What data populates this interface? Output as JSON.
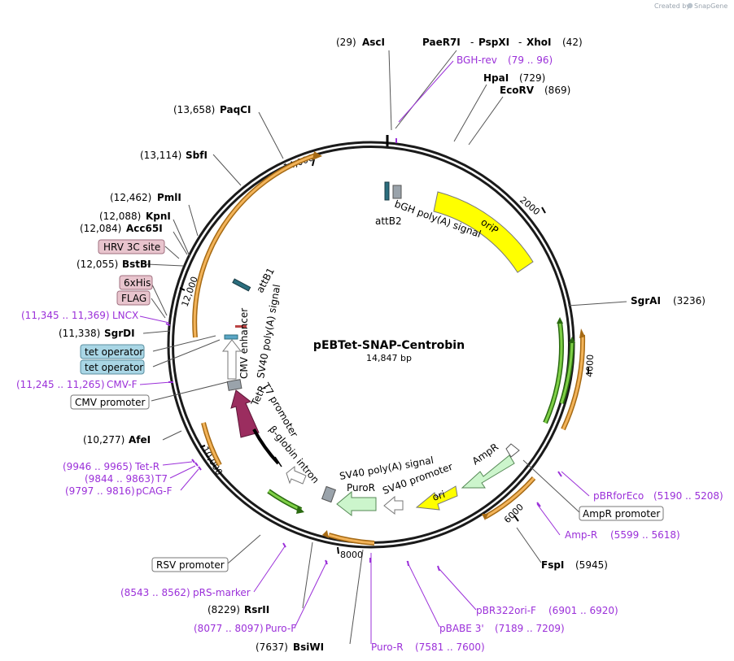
{
  "brand": {
    "created_by": "Created by",
    "app": "SnapGene"
  },
  "plasmid": {
    "name": "pEBTet-SNAP-Centrobin",
    "size": "14,847 bp"
  },
  "enzymes": [
    {
      "name": "AscI",
      "pos": "(29)"
    },
    {
      "name": "PaeR7I",
      "pos": ""
    },
    {
      "name": "PspXI",
      "pos": ""
    },
    {
      "name": "XhoI",
      "pos": "(42)"
    },
    {
      "name": "HpaI",
      "pos": "(729)"
    },
    {
      "name": "EcoRV",
      "pos": "(869)"
    },
    {
      "name": "SgrAI",
      "pos": "(3236)"
    },
    {
      "name": "FspI",
      "pos": "(5945)"
    },
    {
      "name": "BsiWI",
      "pos": "(7637)"
    },
    {
      "name": "RsrII",
      "pos": "(8229)"
    },
    {
      "name": "AfeI",
      "pos": "(10,277)"
    },
    {
      "name": "SgrDI",
      "pos": "(11,338)"
    },
    {
      "name": "BstBI",
      "pos": "(12,055)"
    },
    {
      "name": "Acc65I",
      "pos": "(12,084)"
    },
    {
      "name": "KpnI",
      "pos": "(12,088)"
    },
    {
      "name": "PmlI",
      "pos": "(12,462)"
    },
    {
      "name": "SbfI",
      "pos": "(13,114)"
    },
    {
      "name": "PaqCI",
      "pos": "(13,658)"
    }
  ],
  "primers": [
    {
      "name": "BGH-rev",
      "range": "(79 .. 96)"
    },
    {
      "name": "pBRforEco",
      "range": "(5190 .. 5208)"
    },
    {
      "name": "Amp-R",
      "range": "(5599 .. 5618)"
    },
    {
      "name": "pBR322ori-F",
      "range": "(6901 .. 6920)"
    },
    {
      "name": "pBABE 3'",
      "range": "(7189 .. 7209)"
    },
    {
      "name": "Puro-R",
      "range": "(7581 .. 7600)"
    },
    {
      "name": "Puro-F",
      "range": "(8077 .. 8097)"
    },
    {
      "name": "pRS-marker",
      "range": "(8543 .. 8562)"
    },
    {
      "name": "pCAG-F",
      "range": "(9797 .. 9816)"
    },
    {
      "name": "T7",
      "range": "(9844 .. 9863)"
    },
    {
      "name": "Tet-R",
      "range": "(9946 .. 9965)"
    },
    {
      "name": "CMV-F",
      "range": "(11,245 .. 11,265)"
    },
    {
      "name": "LNCX",
      "range": "(11,345 .. 11,369)"
    }
  ],
  "boxed_labels": {
    "hrv3c": "HRV 3C site",
    "his": "6xHis",
    "flag": "FLAG",
    "tet_op_1": "tet operator",
    "tet_op_2": "tet operator",
    "cmv_promoter": "CMV promoter",
    "ampr_promoter": "AmpR promoter",
    "rsv_promoter": "RSV promoter"
  },
  "features": {
    "attb2": "attB2",
    "bgh": "bGH poly(A) signal",
    "orip": "oriP",
    "attb1": "attB1",
    "cmv_enh": "CMV enhancer",
    "sv40pa_1": "SV40 poly(A) signal",
    "tetr": "TetR",
    "t7prom": "T7 promoter",
    "bglobin": "β-globin intron",
    "sv40pa_2": "SV40 poly(A) signal",
    "puror": "PuroR",
    "sv40prom": "SV40 promoter",
    "ori": "ori",
    "ampr": "AmpR"
  },
  "ticks": [
    "2000",
    "4000",
    "6000",
    "8000",
    "10,000",
    "12,000",
    "14,000"
  ],
  "colors": {
    "backbone": "#1a1a1a",
    "primer": "#9b30d9",
    "orip": "#ffff00",
    "ampr": "#ccf5cc",
    "tetr": "#9b2d5f",
    "orf_orange": "#f3b45a",
    "orf_green": "#5cb82e",
    "tag_pink": "#e8c4cd",
    "tag_blue": "#a9d6e5"
  }
}
